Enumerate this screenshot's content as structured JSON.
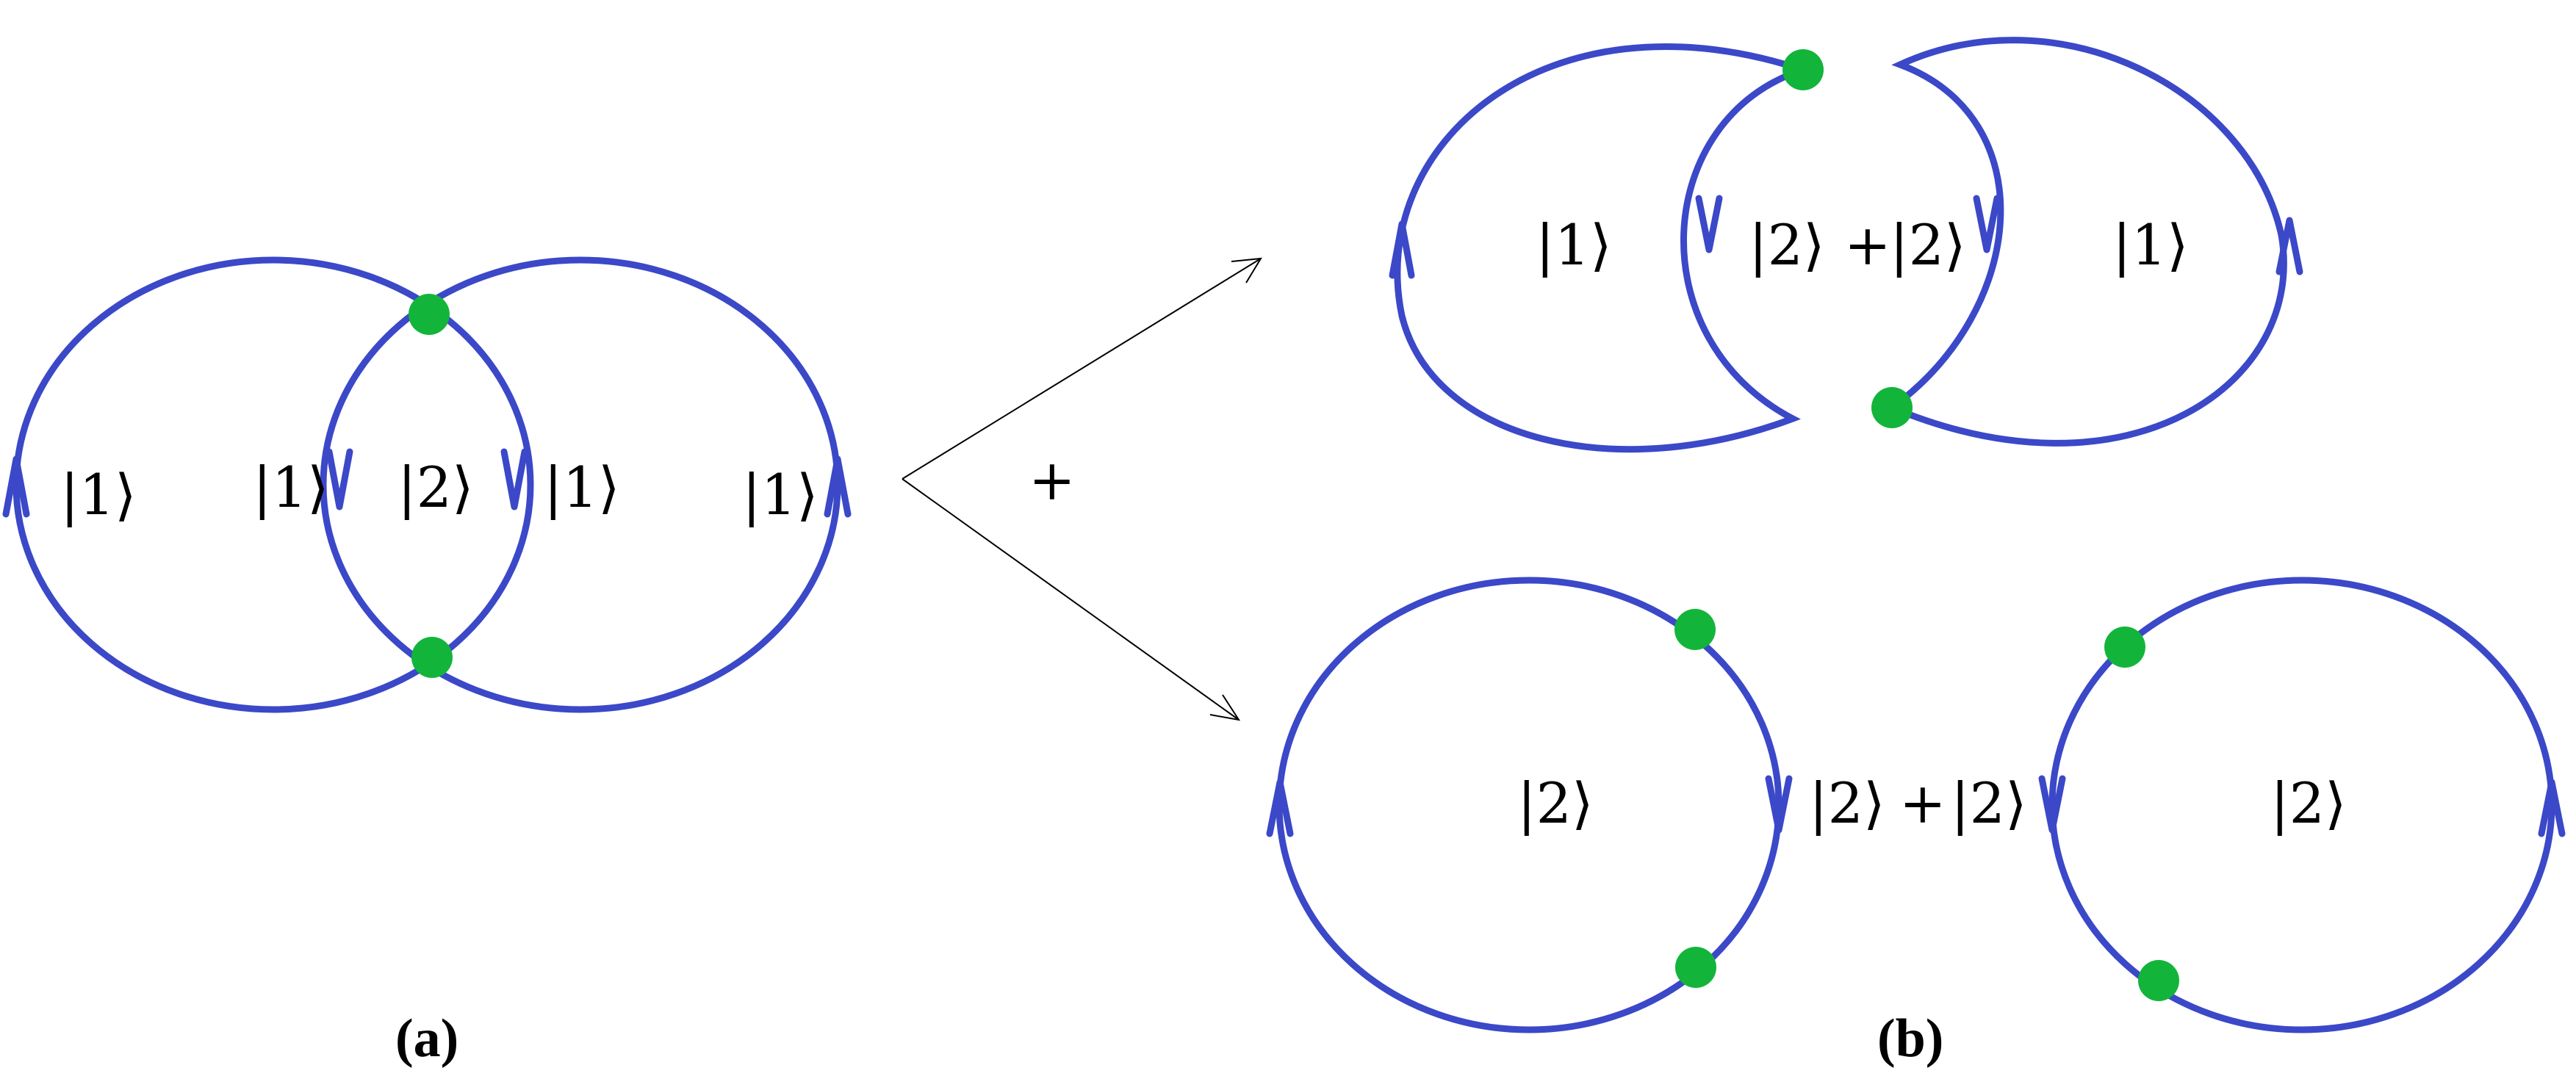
{
  "palette": {
    "loop": "#3b48c8",
    "vertex": "#12b53a",
    "connector": "#000000",
    "background": "#ffffff"
  },
  "operator_plus": "+",
  "panel_a": {
    "label": "(a)",
    "kets": [
      "|1⟩",
      "|1⟩",
      "|2⟩",
      "|1⟩",
      "|1⟩"
    ]
  },
  "panel_b": {
    "label": "(b)",
    "top_row": {
      "kets": [
        "|1⟩",
        "|2⟩",
        "|2⟩",
        "|1⟩"
      ],
      "plus": "+"
    },
    "bottom_row": {
      "kets": [
        "|2⟩",
        "|2⟩",
        "|2⟩",
        "|2⟩"
      ],
      "plus": "+"
    }
  }
}
